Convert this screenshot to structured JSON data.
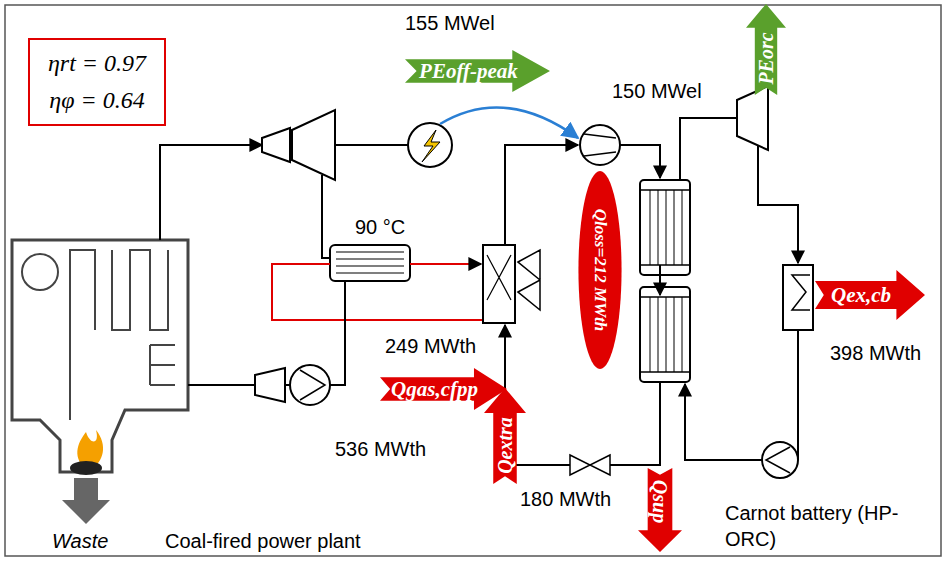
{
  "diagram": {
    "nodes": [
      {
        "text": [
          "ηrt = 0.97",
          "ηφ = 0.64"
        ]
      },
      {
        "text": [
          "PEoff-peak"
        ]
      },
      {
        "text": [
          "PEorc"
        ]
      },
      {
        "text": [
          "Qloss=212 MWth"
        ]
      },
      {
        "text": [
          "Qex,cb"
        ]
      },
      {
        "text": [
          "Qgas,cfpp"
        ]
      },
      {
        "text": [
          "Qextra"
        ]
      },
      {
        "text": [
          "Qsup"
        ]
      }
    ],
    "labels": [
      "155 MWel",
      "150 MWel",
      "90 °C",
      "249 MWth",
      "398 MWth",
      "536 MWth",
      "180 MWth",
      "Waste",
      "Coal-fired power plant",
      "Carnot battery (HP-ORC)"
    ]
  }
}
